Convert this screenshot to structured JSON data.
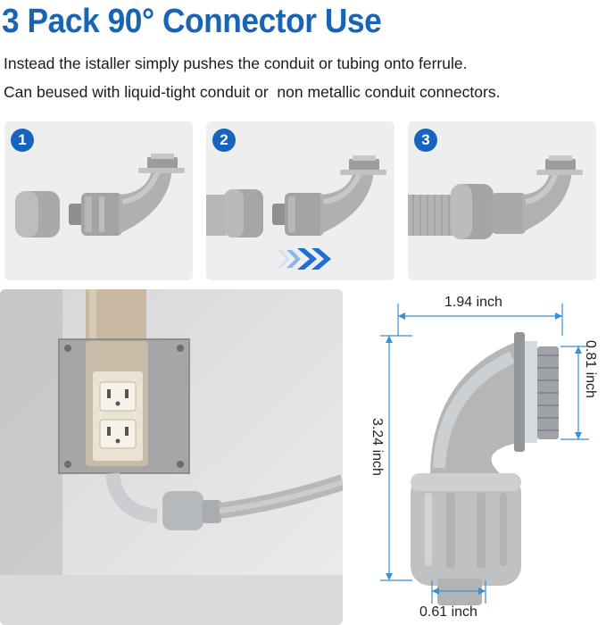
{
  "header": {
    "title": "3 Pack 90° Connector Use",
    "line1": "Instead the istaller simply pushes the conduit or tubing onto ferrule.",
    "line2": "Can beused with liquid-tight conduit or  non metallic conduit connectors."
  },
  "steps": [
    {
      "number": "1"
    },
    {
      "number": "2"
    },
    {
      "number": "3"
    }
  ],
  "dimensions": {
    "width": "1.94 inch",
    "height": "3.24 inch",
    "thread": "0.81 inch",
    "bottom": "0.61 inch"
  },
  "colors": {
    "title": "#1a64b4",
    "badge": "#1565c0",
    "arrow": "#1e6fd6",
    "dimension_line": "#3a8fd4"
  }
}
